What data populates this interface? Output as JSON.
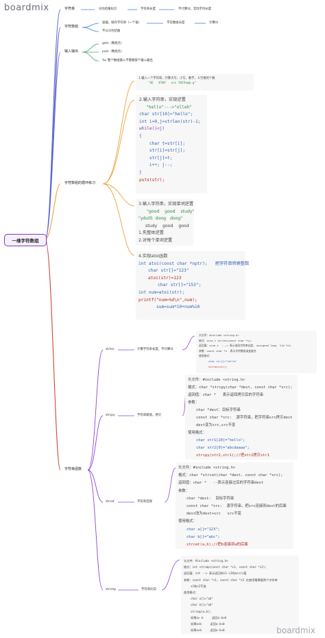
{
  "brand": {
    "logo": "boardmix",
    "watermark": "boardmix"
  },
  "root": {
    "label": "一维字符数组"
  },
  "branches": {
    "string": {
      "label": "字符串",
      "children": [
        "\\0为结尾标识",
        "字符串长度",
        "不计算\\0，实际字符长度"
      ]
    },
    "array": {
      "label": "字符数组",
      "row1": [
        "容器，储存字符串（一个值）",
        "字符数组长度",
        "计算\\0"
      ],
      "row2": "不以\\0为结尾"
    },
    "io": {
      "label": "输入输出",
      "items": [
        "gets（数组名）",
        "puts（数组名）",
        "%s 整个数组输入不需要取个输入输出"
      ]
    },
    "loop": {
      "label": "字符数组的循环练习"
    },
    "funcs": {
      "label": "字符串函数"
    }
  },
  "ex1": {
    "lines": [
      "1.输入一个字符串，计算大写，小写，数字，Ｘ空格的个数",
      "\"AE   KTWf   arc 5655%@$.g\""
    ]
  },
  "ex2": {
    "lines": [
      "2.输入字符串，实现逆置",
      "\"hello\"--->\"olleh\"",
      "",
      "char str[10]=\"hello\";",
      "int i=0,j=strlen(str)-1;",
      "while(i<j)",
      "{",
      "    char t=str[i];",
      "    str[i]=str[j];",
      "    str[j]=t;",
      "    i++; j--;",
      "}",
      "puts(str);"
    ]
  },
  "ex3": {
    "lines": [
      "3.输入字符串，实现单词逆置",
      "\"good    good    study\"",
      "\"ydutS  doog   doog\"",
      "study    good    good",
      "1.先整体逆置",
      "2.对每个单词逆置"
    ]
  },
  "ex4": {
    "lines": [
      "4.实现atoi函数",
      "int atoi(const char *nptr);   把字符串转换整数",
      "char str[]=\"123\"",
      "atoi(str)=123",
      "",
      "char str[]=\"153\";",
      "int num=atoi(str);",
      "printf(\"num=%d\\n\",num);",
      "sum=sum*10+num%10"
    ]
  },
  "strlen": {
    "name": "strlen",
    "desc": "计算字符串长度，不计算\\0",
    "lines": [
      "头文件：#include <string.h>",
      "格式：size_t strlen(const char *s);",
      "返回值：size_t  ---> 表示该段字符串长度, unsigned long  %ld %lu",
      "参数：const char *s  表示字符数组或变量名",
      "使用格式：",
      "char str[]=\"hello\"",
      "strlen(str);"
    ]
  },
  "strcpy": {
    "name": "strcpy",
    "desc": "字符串赋值，拷贝",
    "lines": [
      "头文件：#include <string.h>",
      "格式：char *strcpy(char *dest, const char *src);",
      "返回值：char *   表示返回拷贝后的字符串",
      "参数：",
      "char *dest：目标字符串",
      "const char *src:  源字符串，把字符串src拷贝dest",
      "dest变为src,src不变",
      "使用格式：",
      "char str1[20]=\"hello\";",
      "char str2[0]=\"abcdaaaa\";",
      "strcpy(str2,str1);//把str2拷贝str1"
    ]
  },
  "strcat": {
    "name": "strcat",
    "desc": "字符串连接",
    "lines": [
      "头文件：#include <string.h>",
      "格式：char *strcat(char *dest, const char *src);",
      "返回值：char *   --表示连接过后的字符串dest",
      "参数：",
      "char *dest:  目标字符串",
      "const char *src:  源字符串，把src连接到dest的后面",
      "dest改为dest+src   src不变",
      "使用格式：",
      "char a[]=\"123\";",
      "char b[]=\"abc\";",
      "strcat(a,b);//把b连接到a的后面"
    ]
  },
  "strcmp": {
    "name": "strcmp",
    "desc": "字符串比较",
    "lines": [
      "头文件：#include <string.h>",
      "格式：int strcmp(const char *s1, const char *s2);",
      "返回值：int --> 表示返回的s1-s2的ascii值",
      "参数：const char *s1, const char *s2 在使用毫零要两个字符串",
      "s1和s2不变",
      "使用格式：",
      "char a[]=\"ab\"",
      "char b[]=\"ab\"",
      "strcmp(a,b);",
      "如果a> b     返回a-b>0",
      "如果a<b     返回a-b<0",
      "如果a=b     返回a-b=0"
    ]
  },
  "colors": {
    "root": "#7d3ac1",
    "branch_string": "#4a7be0",
    "branch_array": "#7d3ac1",
    "branch_io": "#5a78d8",
    "branch_loop": "#f0a23a",
    "branch_funcs": "#c8453a",
    "func_link": "#8a44d8",
    "array_child": "#2f7de0",
    "io_child": "#3da86b"
  }
}
